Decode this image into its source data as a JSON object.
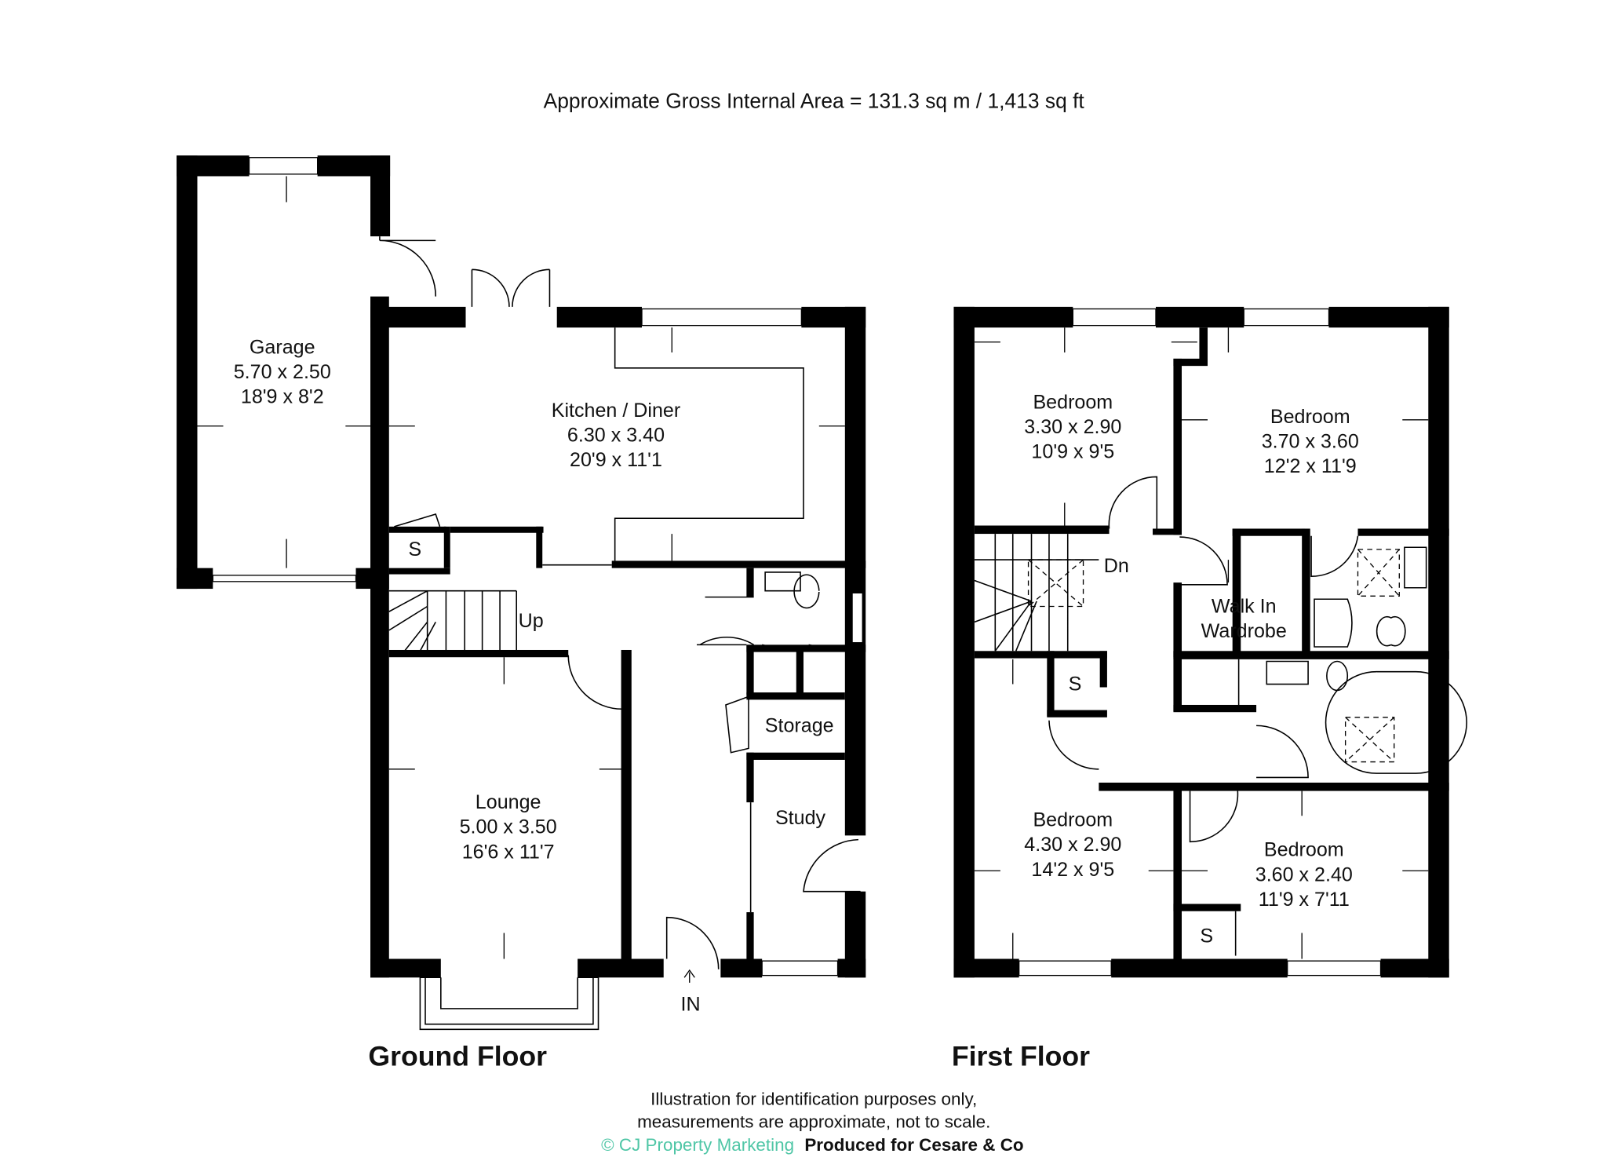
{
  "header": {
    "area": "Approximate Gross Internal Area = 131.3 sq m / 1,413 sq ft"
  },
  "ground_floor": {
    "title": "Ground Floor",
    "rooms": [
      {
        "name": "Garage",
        "metric": "5.70 x 2.50",
        "imperial": "18'9 x 8'2"
      },
      {
        "name": "Kitchen / Diner",
        "metric": "6.30 x 3.40",
        "imperial": "20'9 x 11'1"
      },
      {
        "name": "Lounge",
        "metric": "5.00 x 3.50",
        "imperial": "16'6 x 11'7"
      }
    ],
    "labels": {
      "storage": "Storage",
      "study": "Study",
      "up": "Up",
      "s": "S",
      "entrance": "IN"
    }
  },
  "first_floor": {
    "title": "First Floor",
    "rooms": [
      {
        "name": "Bedroom",
        "metric": "3.30 x 2.90",
        "imperial": "10'9 x 9'5"
      },
      {
        "name": "Bedroom",
        "metric": "3.70 x 3.60",
        "imperial": "12'2 x 11'9"
      },
      {
        "name": "Bedroom",
        "metric": "4.30 x 2.90",
        "imperial": "14'2 x 9'5"
      },
      {
        "name": "Bedroom",
        "metric": "3.60 x 2.40",
        "imperial": "11'9 x 7'11"
      }
    ],
    "labels": {
      "wardrobe_1": "Walk In",
      "wardrobe_2": "Wardrobe",
      "dn": "Dn",
      "s1": "S",
      "s2": "S"
    }
  },
  "footer": {
    "line1": "Illustration for identification purposes only,",
    "line2": "measurements are approximate, not to scale.",
    "copyright": "© CJ Property Marketing",
    "produced": "Produced for Cesare & Co"
  },
  "colors": {
    "brand": "#4fc6a6",
    "walls": "#000000"
  }
}
